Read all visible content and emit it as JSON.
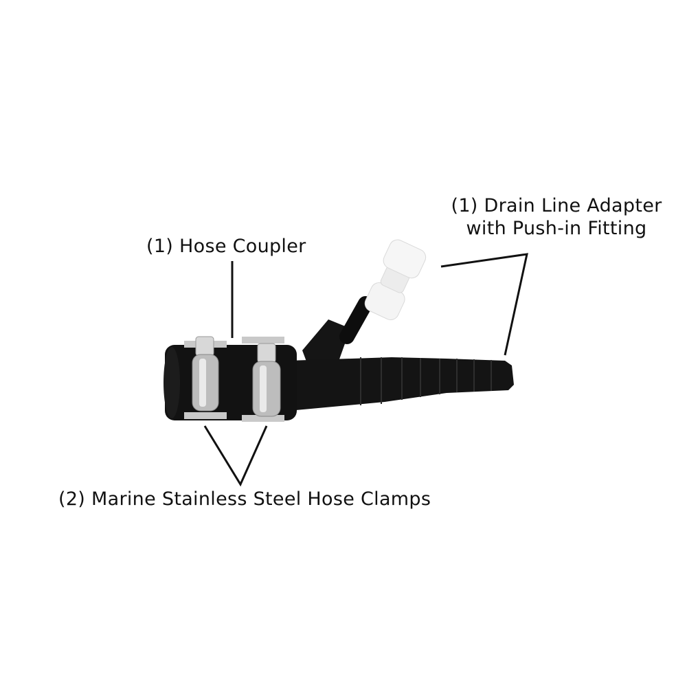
{
  "labels": {
    "drain_adapter_line1": "(1) Drain Line Adapter",
    "drain_adapter_line2": "with Push-in Fitting",
    "hose_coupler": "(1) Hose Coupler",
    "hose_clamps": "(2) Marine Stainless Steel Hose Clamps"
  },
  "colors": {
    "background": "#ffffff",
    "text": "#111111",
    "rubber": "#111111",
    "steel": "#b8b8b8",
    "fitting": "#f2f2f2"
  }
}
